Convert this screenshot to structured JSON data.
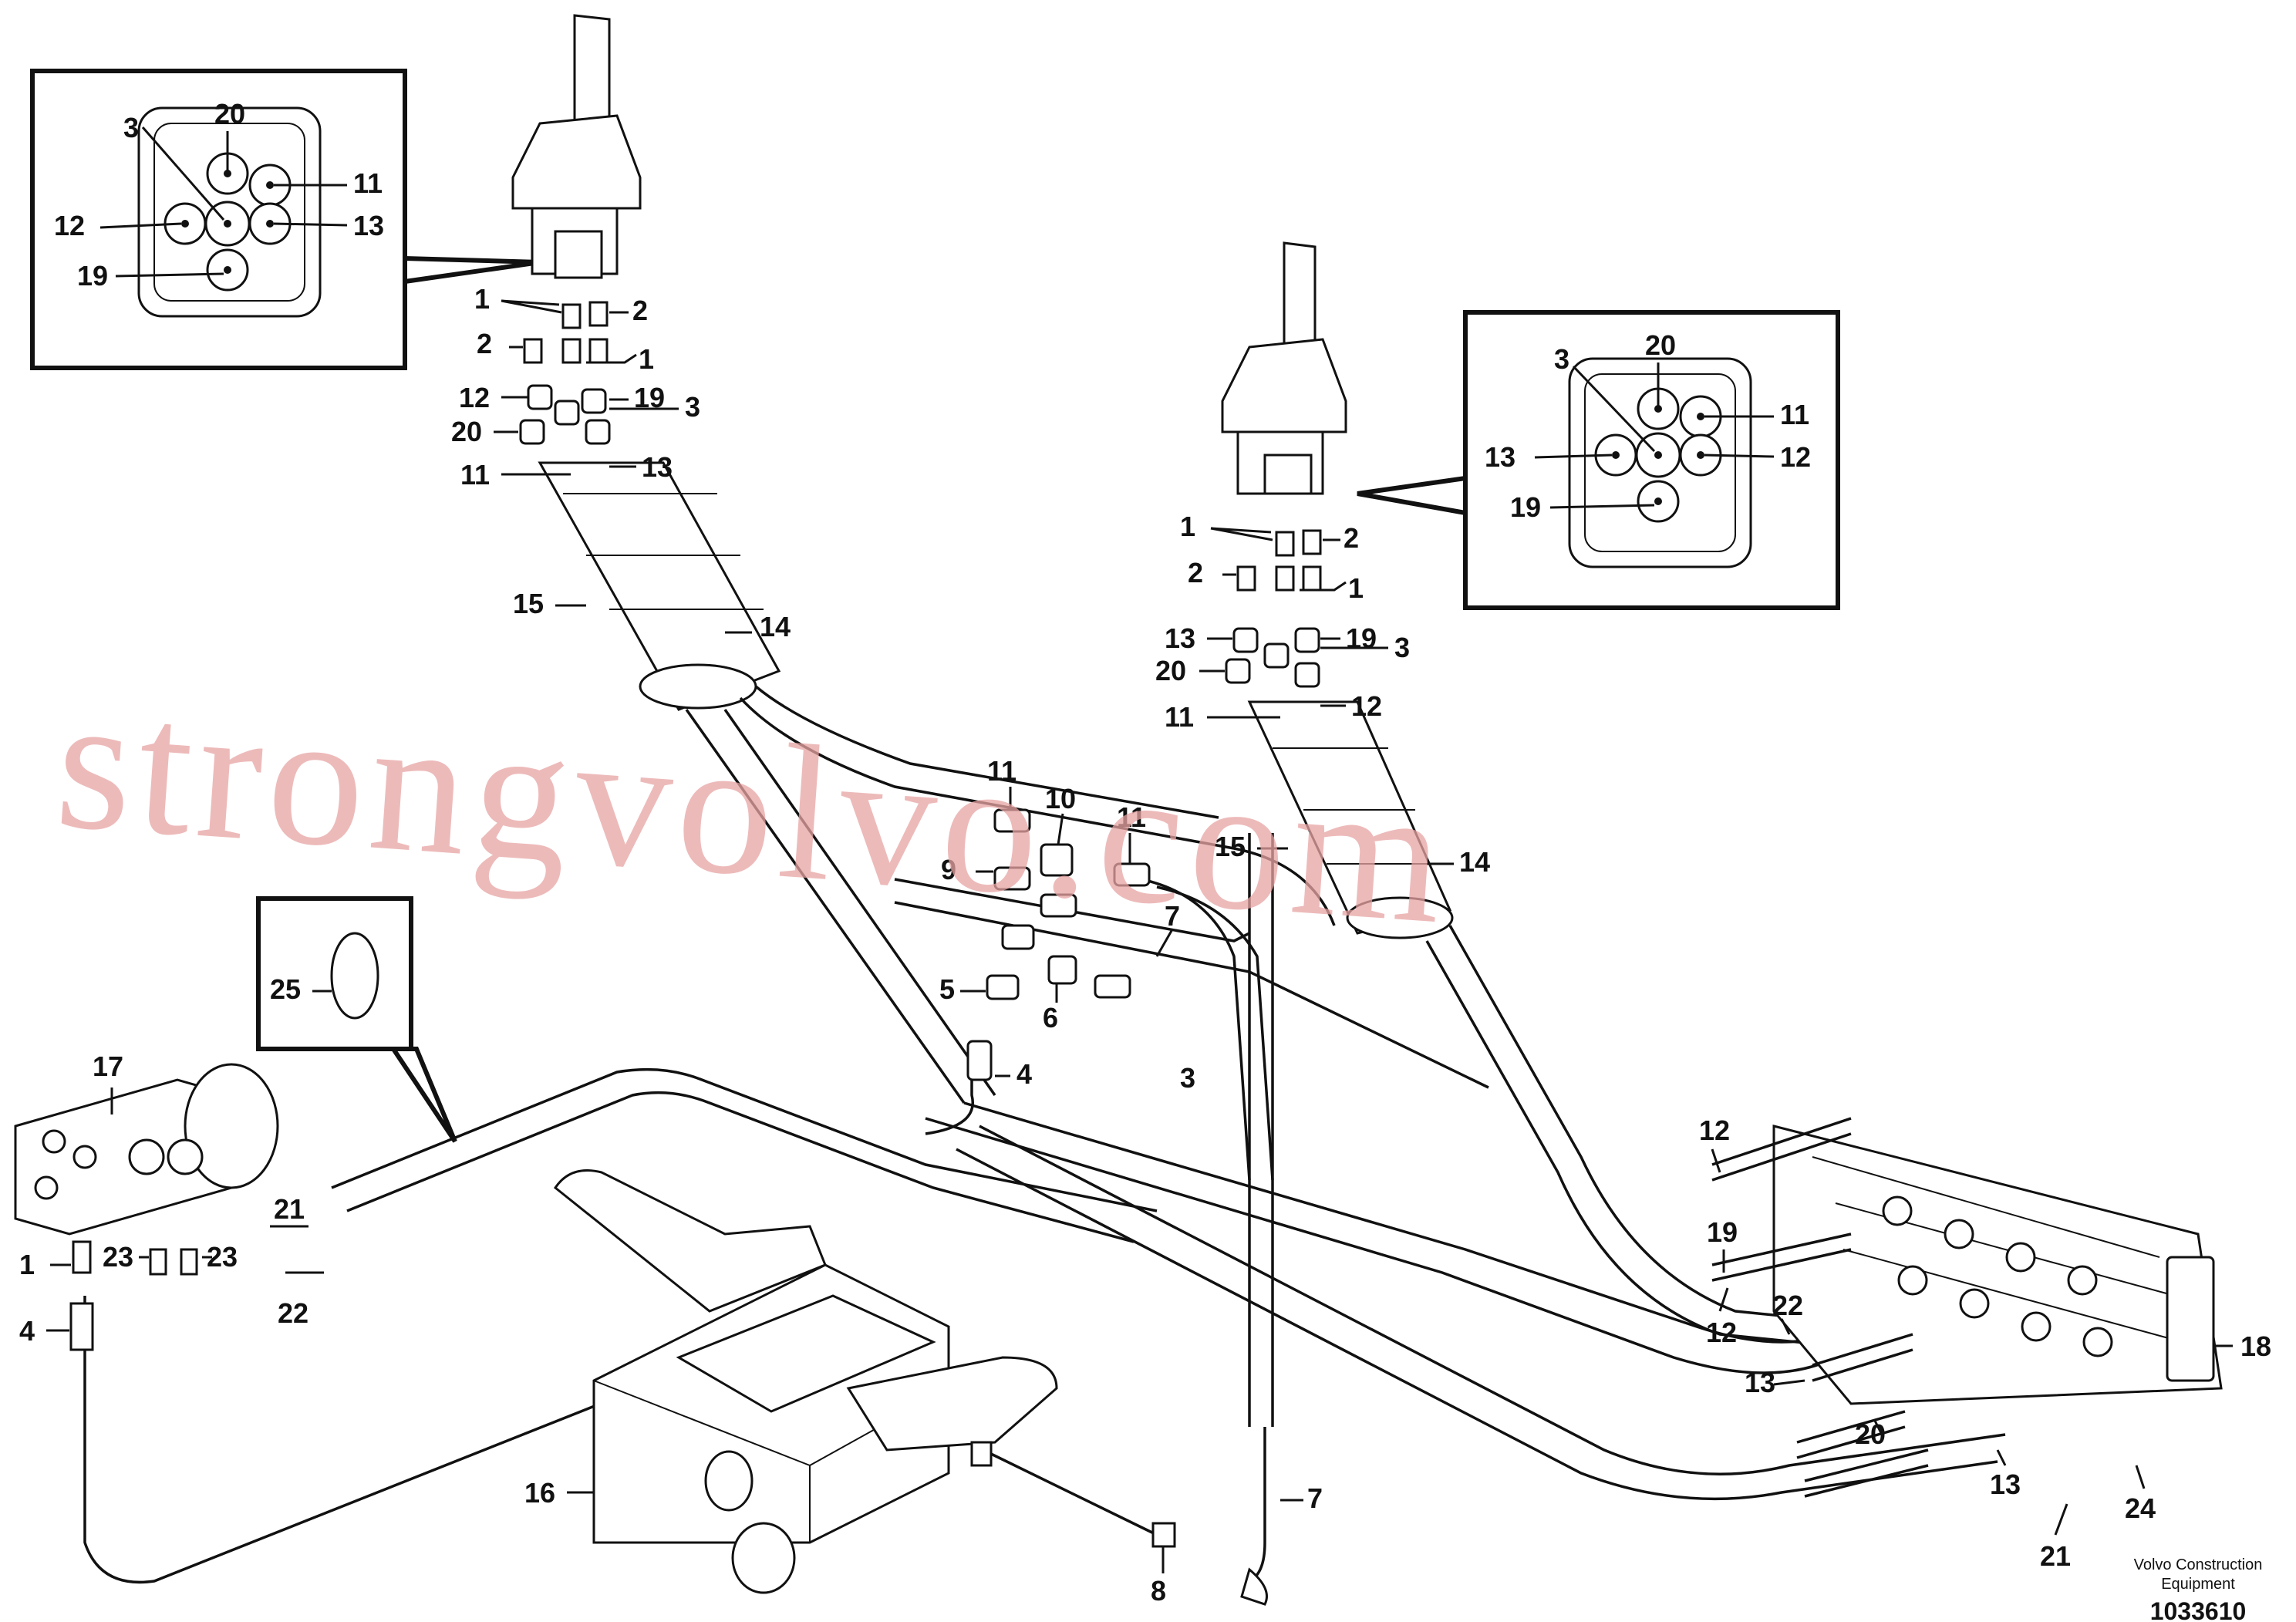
{
  "brand": {
    "line1": "Volvo Construction",
    "line2": "Equipment"
  },
  "figure_number": "1033610",
  "watermark": "strongvolvo.com",
  "callouts": {
    "insetA": [
      "20",
      "3",
      "11",
      "12",
      "13",
      "19"
    ],
    "insetB": [
      "20",
      "3",
      "11",
      "13",
      "12",
      "19"
    ],
    "main": [
      "1",
      "2",
      "2",
      "1",
      "12",
      "19",
      "3",
      "20",
      "11",
      "13",
      "15",
      "14",
      "1",
      "2",
      "2",
      "1",
      "13",
      "19",
      "3",
      "20",
      "12",
      "11",
      "15",
      "14",
      "11",
      "10",
      "11",
      "9",
      "7",
      "5",
      "6",
      "4",
      "3",
      "25",
      "17",
      "21",
      "22",
      "23",
      "23",
      "1",
      "4",
      "16",
      "8",
      "7",
      "12",
      "19",
      "12",
      "22",
      "13",
      "20",
      "13",
      "21",
      "24",
      "18"
    ]
  }
}
